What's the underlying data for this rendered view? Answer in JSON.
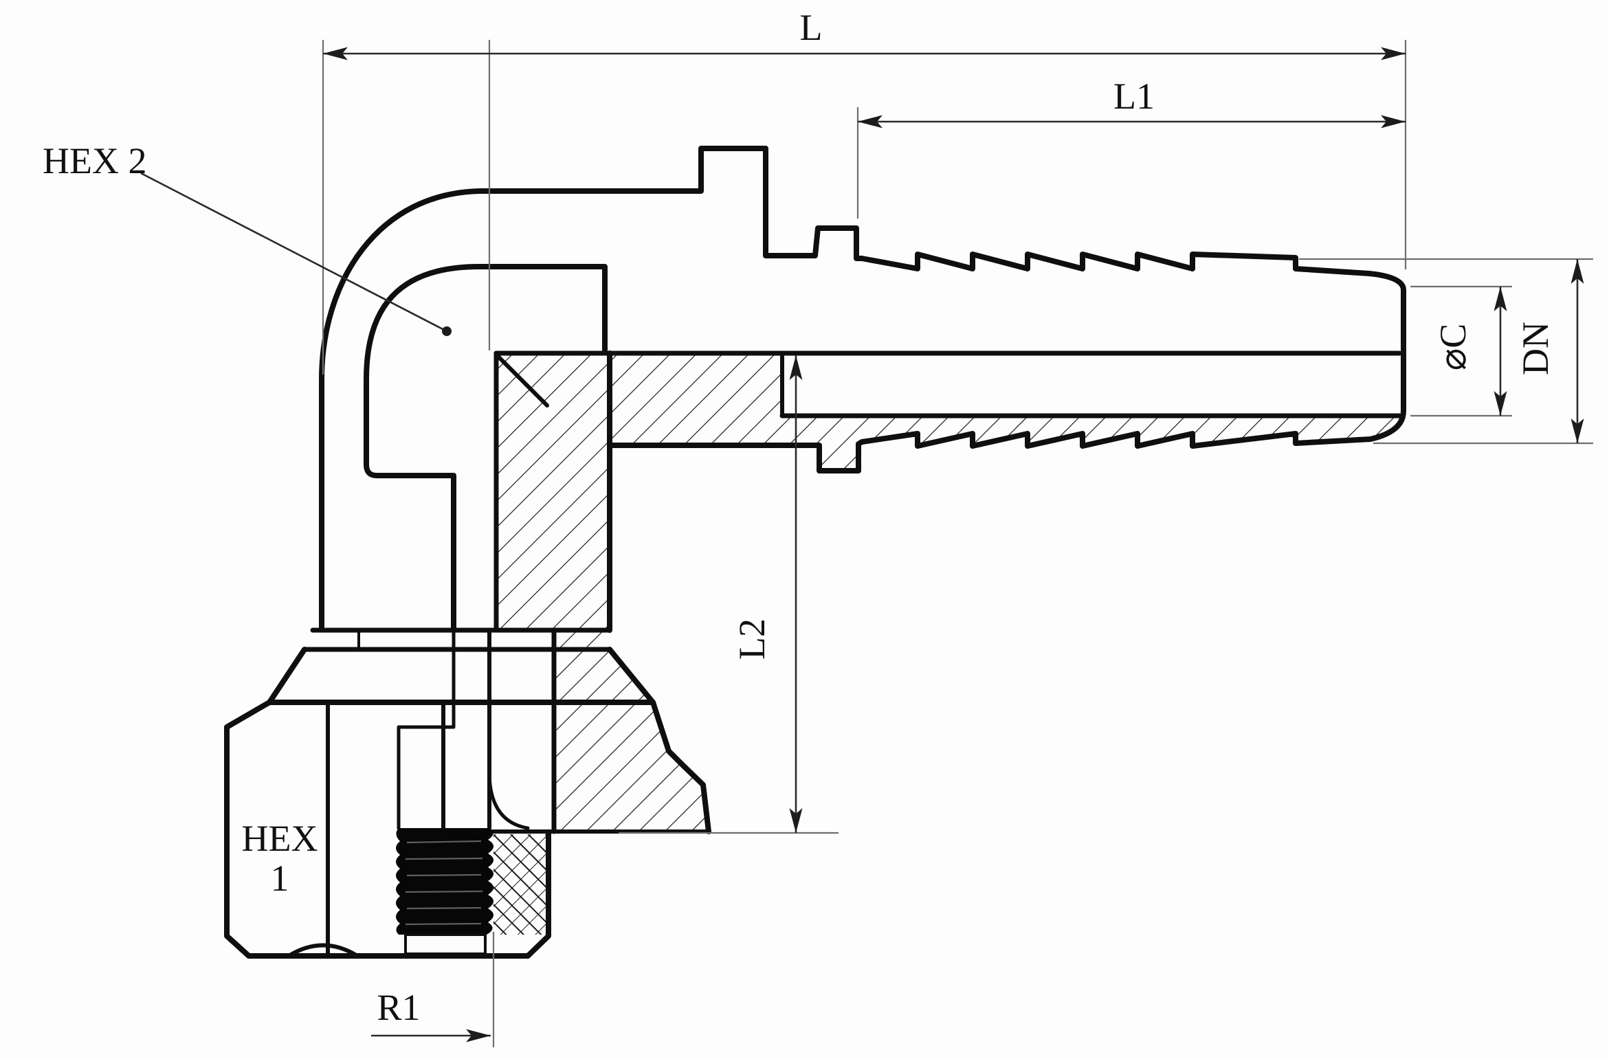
{
  "drawing": {
    "type": "engineering-drawing",
    "subject": "90 degree elbow hose fitting, half-section view",
    "colors": {
      "background": "#fdfdfd",
      "outline": "#0f0f0f",
      "dimension_line": "#2a2a2a",
      "extension_line": "#6e6e6e",
      "thread_fill": "#070707",
      "hatch": "#1a1a1a"
    },
    "dimensions": {
      "overall_length_label": "L",
      "tail_length_label": "L1",
      "drop_length_label": "L2",
      "thread_label": "R1",
      "bore_diameter_label": "⌀C",
      "nominal_diameter_label": "DN",
      "hex2_label": "HEX 2",
      "hex1_label_line1": "HEX",
      "hex1_label_line2": "1"
    }
  }
}
